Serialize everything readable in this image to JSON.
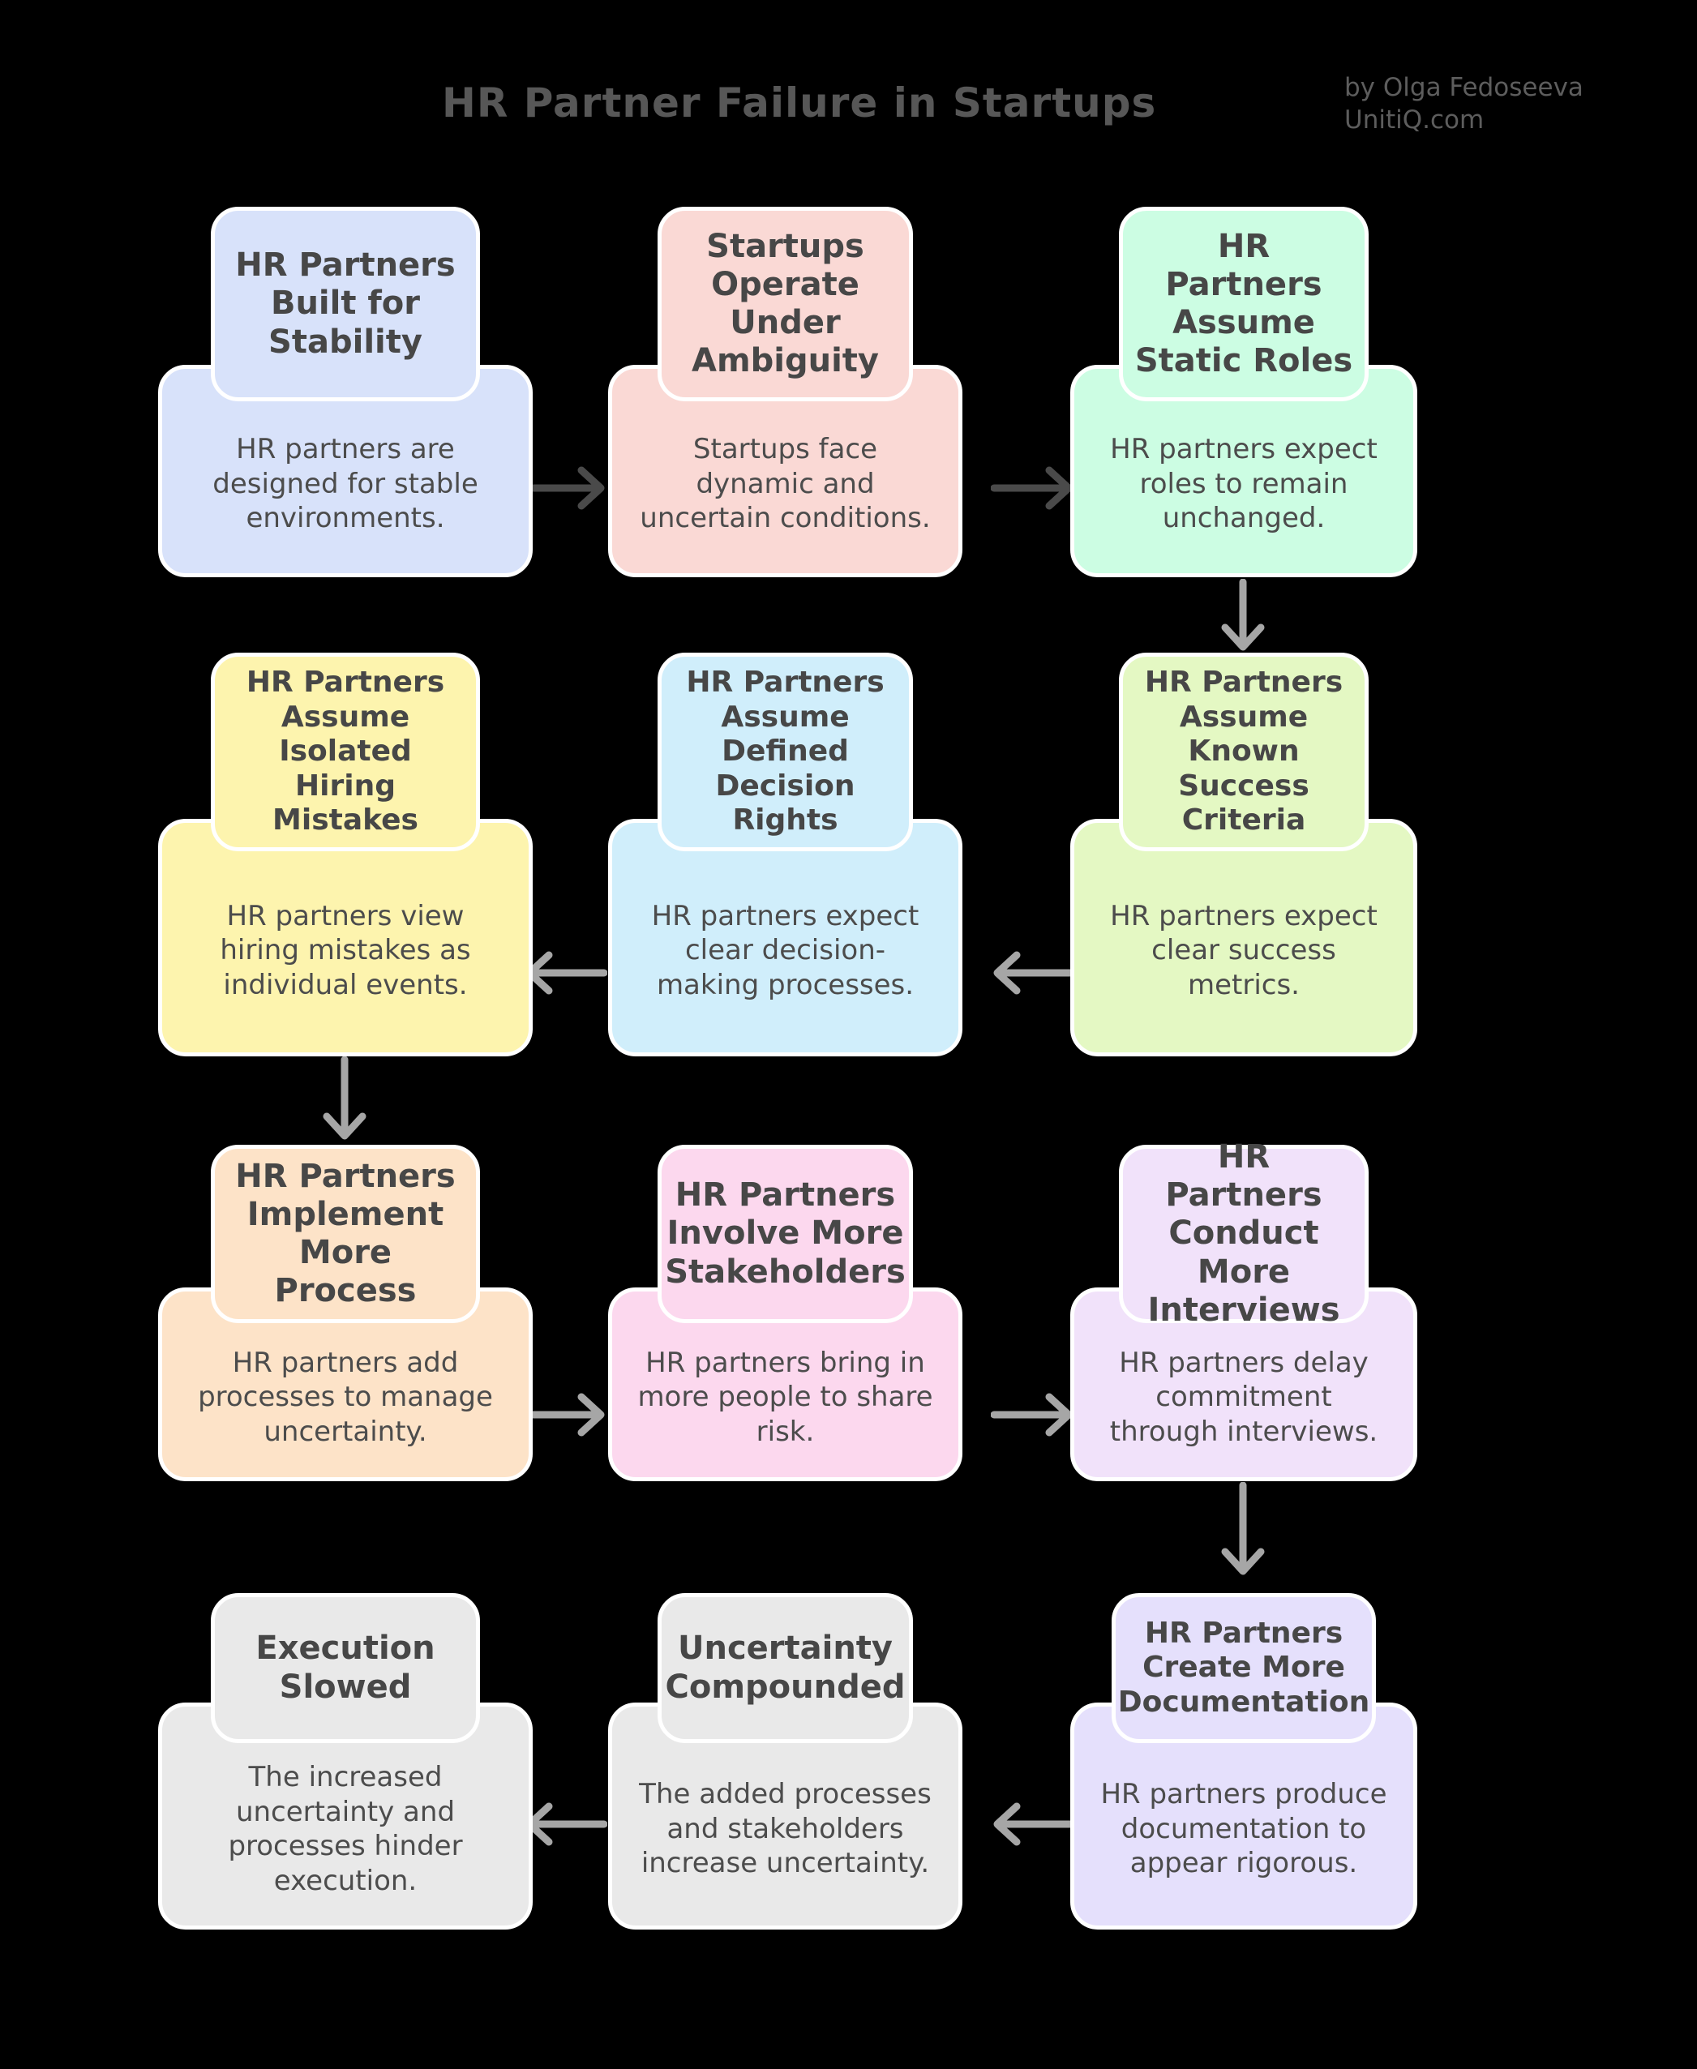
{
  "header": {
    "title": "HR Partner Failure in Startups",
    "author": "by Olga Fedoseeva",
    "website": "UnitiQ.com"
  },
  "colors": {
    "background": "#000000",
    "title_text": "#575757",
    "byline_text": "#5d5d5d",
    "node_border": "#ffffff",
    "node_title_text": "#474747",
    "node_desc_text": "#4c4c4c",
    "arrow_primary": "#4a4a4a",
    "arrow_secondary": "#a6a6a6"
  },
  "nodes": [
    {
      "id": "built-for-stability",
      "title": "HR Partners Built for Stability",
      "desc": "HR partners are designed for stable environments.",
      "color": "#d8e2fa"
    },
    {
      "id": "operate-under-ambiguity",
      "title": "Startups Operate Under Ambiguity",
      "desc": "Startups face dynamic and uncertain conditions.",
      "color": "#fad9d5"
    },
    {
      "id": "assume-static-roles",
      "title": "HR Partners Assume Static Roles",
      "desc": "HR partners expect roles to remain unchanged.",
      "color": "#ccfde3"
    },
    {
      "id": "assume-isolated-hiring-mistakes",
      "title": "HR Partners Assume Isolated Hiring Mistakes",
      "desc": "HR partners view hiring mistakes as individual events.",
      "color": "#fdf4ae"
    },
    {
      "id": "assume-defined-decision-rights",
      "title": "HR Partners Assume Defined Decision Rights",
      "desc": "HR partners expect clear decision-making processes.",
      "color": "#d0eefb"
    },
    {
      "id": "assume-known-success-criteria",
      "title": "HR Partners Assume Known Success Criteria",
      "desc": "HR partners expect clear success metrics.",
      "color": "#e4f8c3"
    },
    {
      "id": "implement-more-process",
      "title": "HR Partners Implement More Process",
      "desc": "HR partners add processes to manage uncertainty.",
      "color": "#fde3c8"
    },
    {
      "id": "involve-more-stakeholders",
      "title": "HR Partners Involve More Stakeholders",
      "desc": "HR partners bring in more people to share risk.",
      "color": "#fcd8ee"
    },
    {
      "id": "conduct-more-interviews",
      "title": "HR Partners Conduct More Interviews",
      "desc": "HR partners delay commitment through interviews.",
      "color": "#f1e2fa"
    },
    {
      "id": "execution-slowed",
      "title": "Execution Slowed",
      "desc": "The increased uncertainty and processes hinder execution.",
      "color": "#e9e9e9"
    },
    {
      "id": "uncertainty-compounded",
      "title": "Uncertainty Compounded",
      "desc": "The added processes and stakeholders increase uncertainty.",
      "color": "#e9e9e9"
    },
    {
      "id": "create-more-documentation",
      "title": "HR Partners Create More Documentation",
      "desc": "HR partners produce documentation to appear rigorous.",
      "color": "#e5e0fc"
    }
  ],
  "edges": [
    {
      "from": "built-for-stability",
      "to": "operate-under-ambiguity",
      "direction": "right"
    },
    {
      "from": "operate-under-ambiguity",
      "to": "assume-static-roles",
      "direction": "right"
    },
    {
      "from": "assume-static-roles",
      "to": "assume-known-success-criteria",
      "direction": "down"
    },
    {
      "from": "assume-known-success-criteria",
      "to": "assume-defined-decision-rights",
      "direction": "left"
    },
    {
      "from": "assume-defined-decision-rights",
      "to": "assume-isolated-hiring-mistakes",
      "direction": "left"
    },
    {
      "from": "assume-isolated-hiring-mistakes",
      "to": "implement-more-process",
      "direction": "down"
    },
    {
      "from": "implement-more-process",
      "to": "involve-more-stakeholders",
      "direction": "right"
    },
    {
      "from": "involve-more-stakeholders",
      "to": "conduct-more-interviews",
      "direction": "right"
    },
    {
      "from": "conduct-more-interviews",
      "to": "create-more-documentation",
      "direction": "down"
    },
    {
      "from": "create-more-documentation",
      "to": "uncertainty-compounded",
      "direction": "left"
    },
    {
      "from": "uncertainty-compounded",
      "to": "execution-slowed",
      "direction": "left"
    }
  ]
}
